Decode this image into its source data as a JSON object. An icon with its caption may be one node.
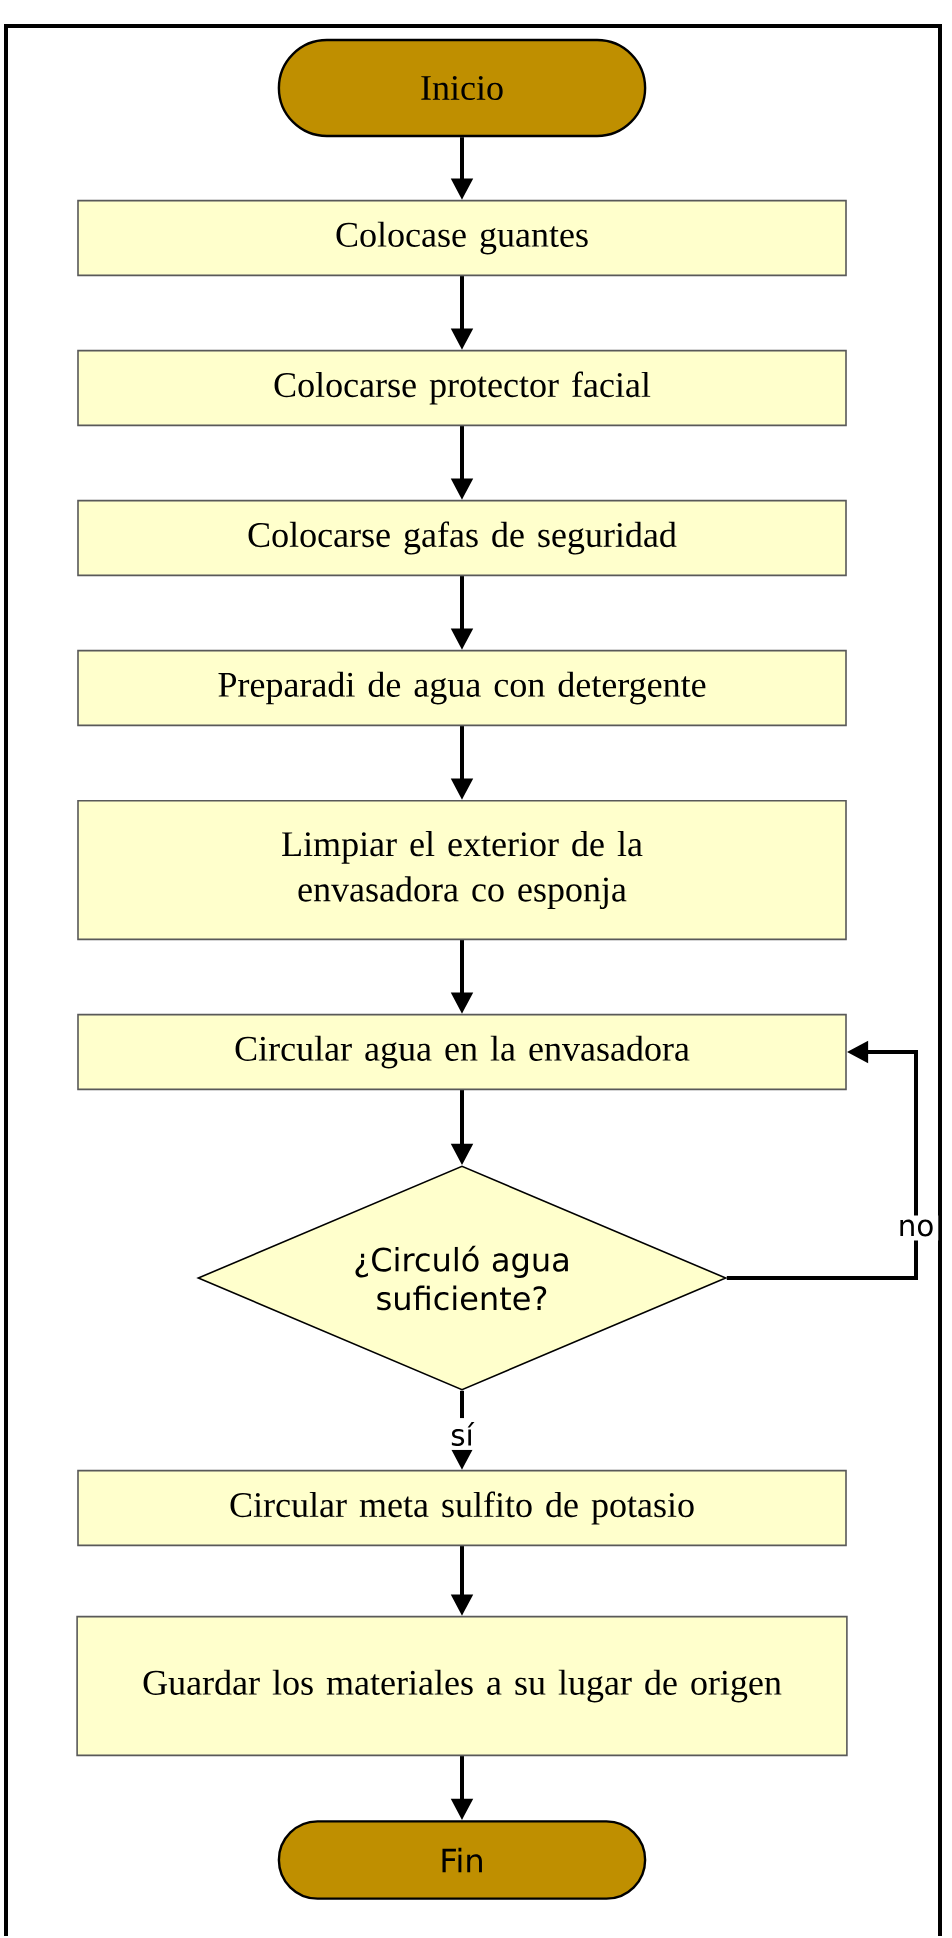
{
  "diagram": {
    "nodes": [
      {
        "text": [
          "Inicio"
        ]
      },
      {
        "text": [
          "Colocase guantes"
        ]
      },
      {
        "text": [
          "Colocarse protector facial"
        ]
      },
      {
        "text": [
          "Colocarse gafas de seguridad"
        ]
      },
      {
        "text": [
          "Preparadi de agua con detergente"
        ]
      },
      {
        "text": [
          "Limpiar el exterior de la envasadora co esponja"
        ]
      },
      {
        "text": [
          "Circular agua en la envasadora"
        ]
      },
      {
        "text": [
          "¿Circuló agua suficiente?"
        ]
      },
      {
        "text": [
          "Circular meta sulfito de potasio"
        ]
      },
      {
        "text": [
          "Guardar los materiales a su lugar de origen"
        ]
      },
      {
        "text": [
          "Fin"
        ]
      }
    ],
    "edges": [
      {
        "from": 0,
        "to": 1,
        "arrow": "to"
      },
      {
        "from": 1,
        "to": 2,
        "arrow": "to"
      },
      {
        "from": 2,
        "to": 3,
        "arrow": "to"
      },
      {
        "from": 3,
        "to": 4,
        "arrow": "to"
      },
      {
        "from": 4,
        "to": 5,
        "arrow": "to"
      },
      {
        "from": 5,
        "to": 6,
        "arrow": "to"
      },
      {
        "from": 6,
        "to": 7,
        "arrow": "to"
      },
      {
        "from": 7,
        "to": 6,
        "arrow": "to",
        "label": "no"
      },
      {
        "from": 7,
        "to": 8,
        "arrow": "to",
        "label": "sí"
      },
      {
        "from": 8,
        "to": 9,
        "arrow": "to"
      },
      {
        "from": 9,
        "to": 10,
        "arrow": "to"
      }
    ]
  }
}
